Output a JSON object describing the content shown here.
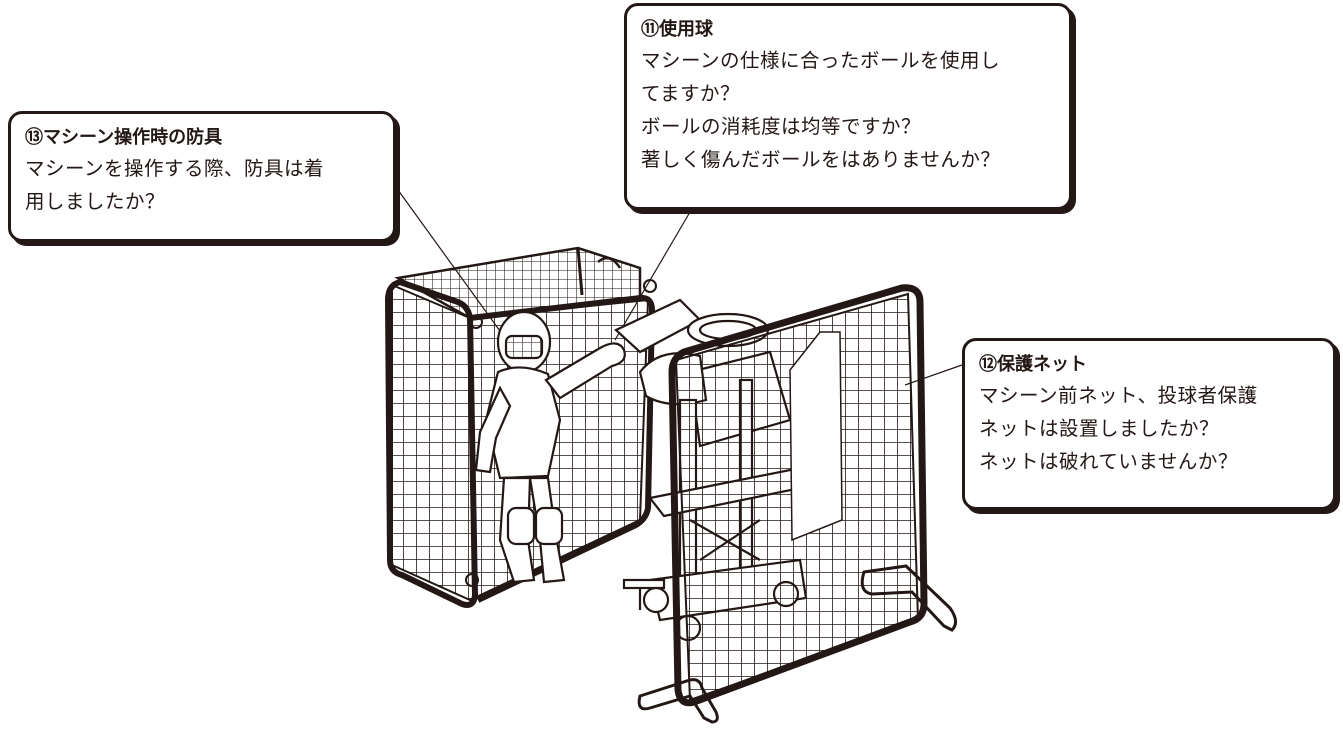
{
  "callouts": {
    "protector": {
      "title": "⑬マシーン操作時の防具",
      "lines": [
        "マシーンを操作する際、防具は着",
        "用しましたか？"
      ]
    },
    "ball": {
      "title": "⑪使用球",
      "lines": [
        "マシーンの仕様に合ったボールを使用し",
        "てますか？",
        "ボールの消耗度は均等ですか？",
        "著しく傷んだボールをはありませんか？"
      ]
    },
    "net": {
      "title": "⑫保護ネット",
      "lines": [
        "マシーン前ネット、投球者保護",
        "ネットは設置しましたか？",
        "ネットは破れていませんか？"
      ]
    }
  },
  "illustration": {
    "subject": "pitching machine with protective nets and operator in protective gear",
    "line_color": "#231815"
  }
}
